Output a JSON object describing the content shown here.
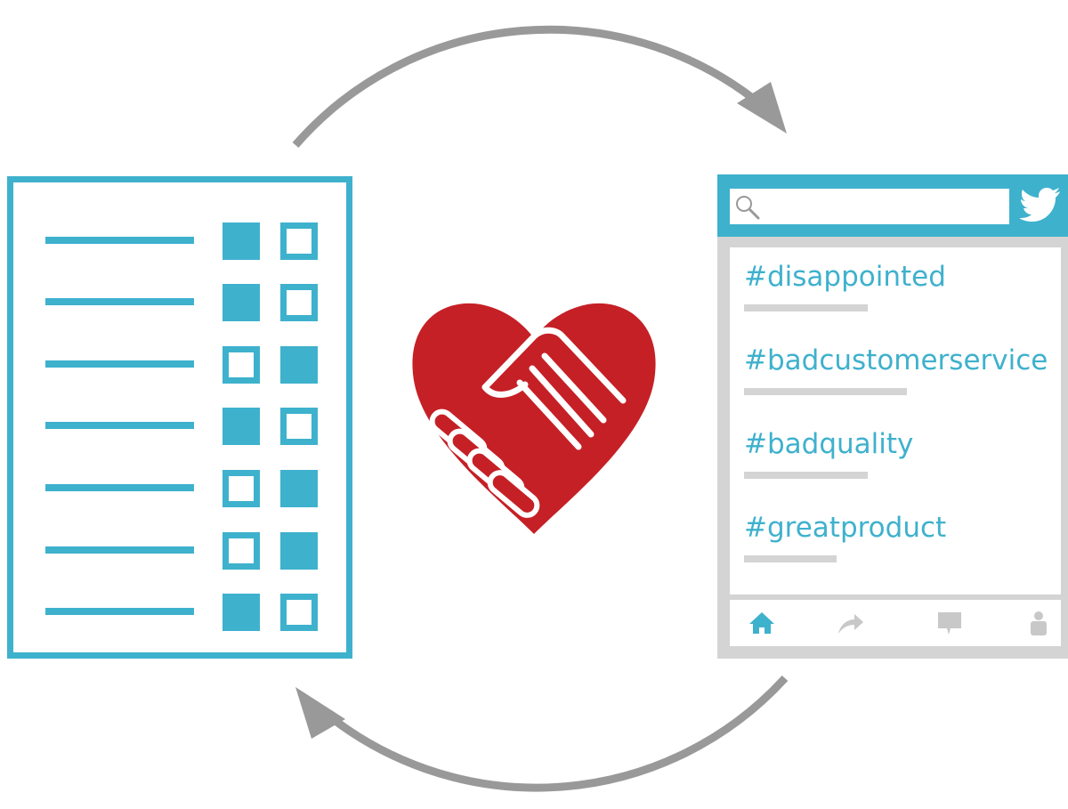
{
  "survey": {
    "rows": [
      {
        "col1": "filled",
        "col2": "empty"
      },
      {
        "col1": "filled",
        "col2": "empty"
      },
      {
        "col1": "empty",
        "col2": "filled"
      },
      {
        "col1": "filled",
        "col2": "empty"
      },
      {
        "col1": "empty",
        "col2": "filled"
      },
      {
        "col1": "empty",
        "col2": "filled"
      },
      {
        "col1": "filled",
        "col2": "empty"
      }
    ]
  },
  "twitter": {
    "search_value": "",
    "tags": [
      {
        "text": "#disappointed"
      },
      {
        "text": "#badcustomerservice"
      },
      {
        "text": "#badquality"
      },
      {
        "text": "#greatproduct"
      }
    ],
    "footer_icons": [
      "home-icon",
      "share-icon",
      "comment-icon",
      "profile-icon"
    ]
  },
  "center_icon": "heart-handshake-icon",
  "colors": {
    "accent": "#3eb1cd",
    "heart": "#c52026",
    "arrow": "#999999",
    "frame_gray": "#d4d4d4"
  }
}
